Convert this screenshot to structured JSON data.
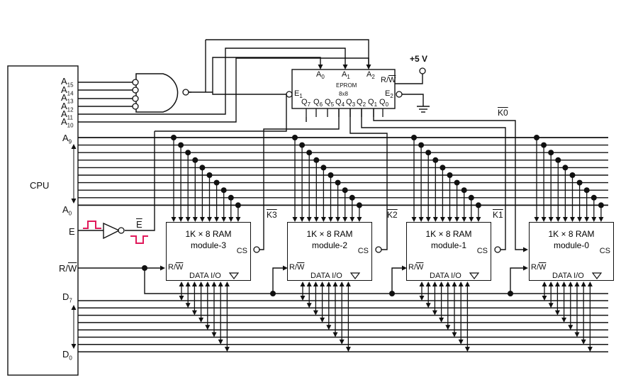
{
  "cpu": {
    "label": "CPU",
    "high_address_pins": [
      "A",
      "A",
      "A",
      "A",
      "A",
      "A"
    ],
    "high_address_subs": [
      "15",
      "14",
      "13",
      "12",
      "11",
      "10"
    ],
    "a9": "A",
    "a9_sub": "9",
    "a0": "A",
    "a0_sub": "0",
    "e": "E",
    "rw_prefix": "R/",
    "rw_bar": "W",
    "d7": "D",
    "d7_sub": "7",
    "d0": "D",
    "d0_sub": "0"
  },
  "e_bar": "E",
  "eprom": {
    "title": "EPROM",
    "size": "8x8",
    "supply": "+5 V",
    "e1": "E",
    "e1_sub": "1",
    "e2": "E",
    "e2_sub": "2",
    "rw_prefix": "R/",
    "rw_bar": "W",
    "addr_pins": [
      "A",
      "A",
      "A"
    ],
    "addr_subs": [
      "0",
      "1",
      "2"
    ],
    "out_pins": [
      "Q",
      "Q",
      "Q",
      "Q",
      "Q",
      "Q",
      "Q",
      "Q"
    ],
    "out_subs": [
      "7",
      "6",
      "5",
      "4",
      "3",
      "2",
      "1",
      "0"
    ]
  },
  "select_lines": [
    "K3",
    "K2",
    "K1",
    "K0"
  ],
  "modules": [
    {
      "line1": "1K × 8 RAM",
      "line2": "module-3"
    },
    {
      "line1": "1K × 8 RAM",
      "line2": "module-2"
    },
    {
      "line1": "1K × 8 RAM",
      "line2": "module-1"
    },
    {
      "line1": "1K × 8 RAM",
      "line2": "module-0"
    }
  ],
  "module_pins": {
    "cs": "CS",
    "rw_prefix": "R/",
    "rw_bar": "W",
    "data": "DATA I/O"
  },
  "colors": {
    "wire": "#111111",
    "pulse": "#e0195a"
  }
}
